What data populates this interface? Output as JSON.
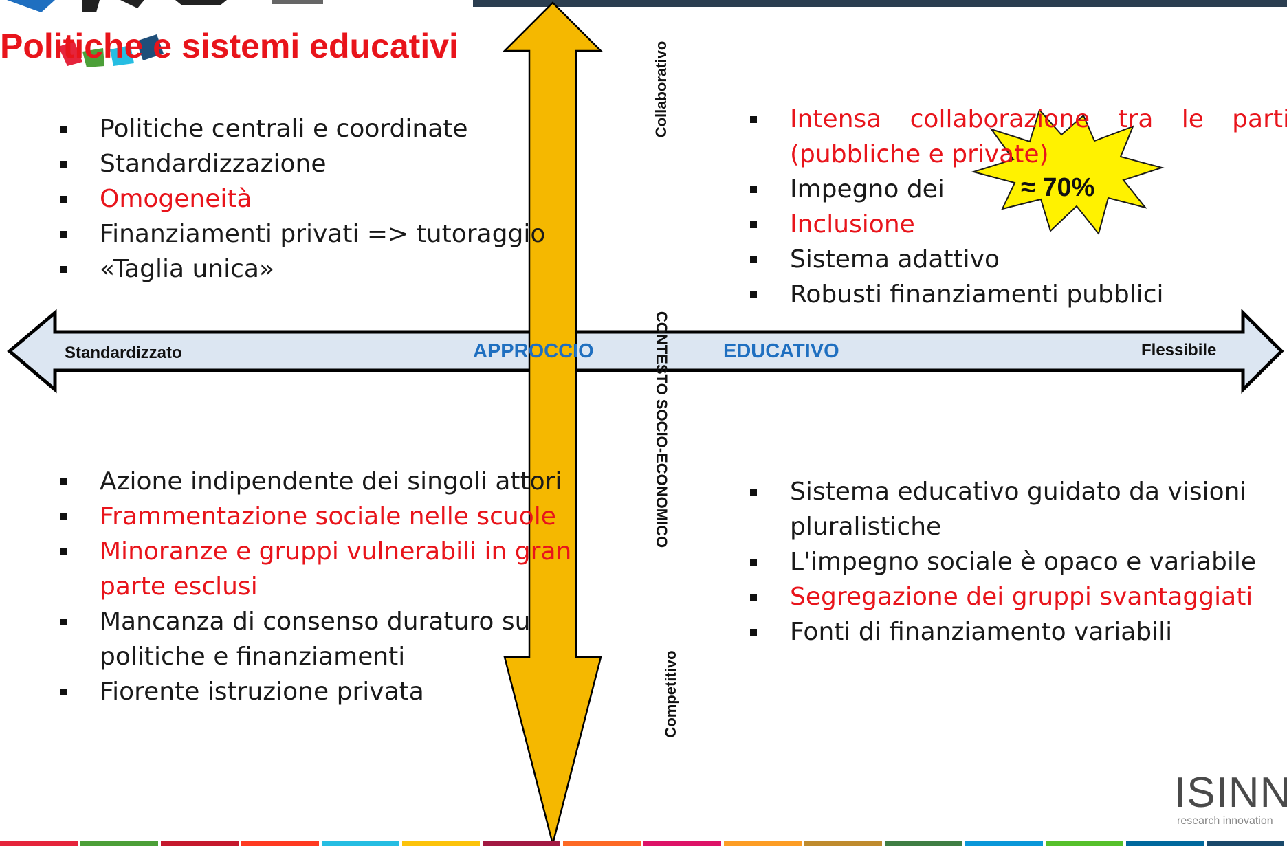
{
  "title": "Politiche e sistemi educativi",
  "axis": {
    "vertical_top": "Collaborativo",
    "vertical_middle": "CONTESTO SOCIO-ECONOMICO",
    "vertical_bottom": "Competitivo",
    "horizontal_left": "Standardizzato",
    "horizontal_center_left": "APPROCCIO",
    "horizontal_center_right": "EDUCATIVO",
    "horizontal_right": "Flessibile"
  },
  "quadrants": {
    "top_left": [
      {
        "text": "Politiche centrali e coordinate",
        "highlight": false
      },
      {
        "text": "Standardizzazione",
        "highlight": false
      },
      {
        "text": "Omogeneità",
        "highlight": true
      },
      {
        "text": "Finanziamenti privati => tutoraggio",
        "highlight": false
      },
      {
        "text": "«Taglia unica»",
        "highlight": false
      }
    ],
    "top_right": [
      {
        "text": "Intensa collaborazione tra le parti (pubbliche e private)",
        "highlight": true
      },
      {
        "text": "Impegno dei",
        "highlight": false
      },
      {
        "text": "Inclusione",
        "highlight": true
      },
      {
        "text": "Sistema adattivo",
        "highlight": false
      },
      {
        "text": "Robusti finanziamenti pubblici",
        "highlight": false
      }
    ],
    "bottom_left": [
      {
        "text": "Azione indipendente dei singoli attori",
        "highlight": false
      },
      {
        "text": "Frammentazione sociale nelle scuole",
        "highlight": true
      },
      {
        "text": "Minoranze e gruppi vulnerabili in gran parte esclusi",
        "highlight": true
      },
      {
        "text": "Mancanza di consenso duraturo su politiche e finanziamenti",
        "highlight": false
      },
      {
        "text": "Fiorente istruzione privata",
        "highlight": false
      }
    ],
    "bottom_right": [
      {
        "text": "Sistema educativo guidato da visioni pluralistiche",
        "highlight": false
      },
      {
        "text": "L'impegno sociale è opaco e variabile",
        "highlight": false
      },
      {
        "text": "Segregazione dei gruppi svantaggiati",
        "highlight": true
      },
      {
        "text": "Fonti di finanziamento variabili",
        "highlight": false
      }
    ]
  },
  "starburst": {
    "label": "≈ 70%"
  },
  "logo": {
    "name": "ISINNO",
    "tagline": "research innovation"
  },
  "colors": {
    "title": "#e8141b",
    "highlight": "#e8141b",
    "axis_blue": "#1f6fc0",
    "vertical_arrow": "#f5b800",
    "horizontal_arrow": "#dce6f2",
    "star": "#fff200"
  },
  "footer_stripe_colors": [
    "#e5243b",
    "#4c9f38",
    "#c5192d",
    "#ff3a21",
    "#26bde2",
    "#fcc30b",
    "#a21942",
    "#fd6925",
    "#dd1367",
    "#fd9d24",
    "#bf8b2e",
    "#3f7e44",
    "#0a97d9",
    "#56c02b",
    "#00689d",
    "#19486a"
  ]
}
